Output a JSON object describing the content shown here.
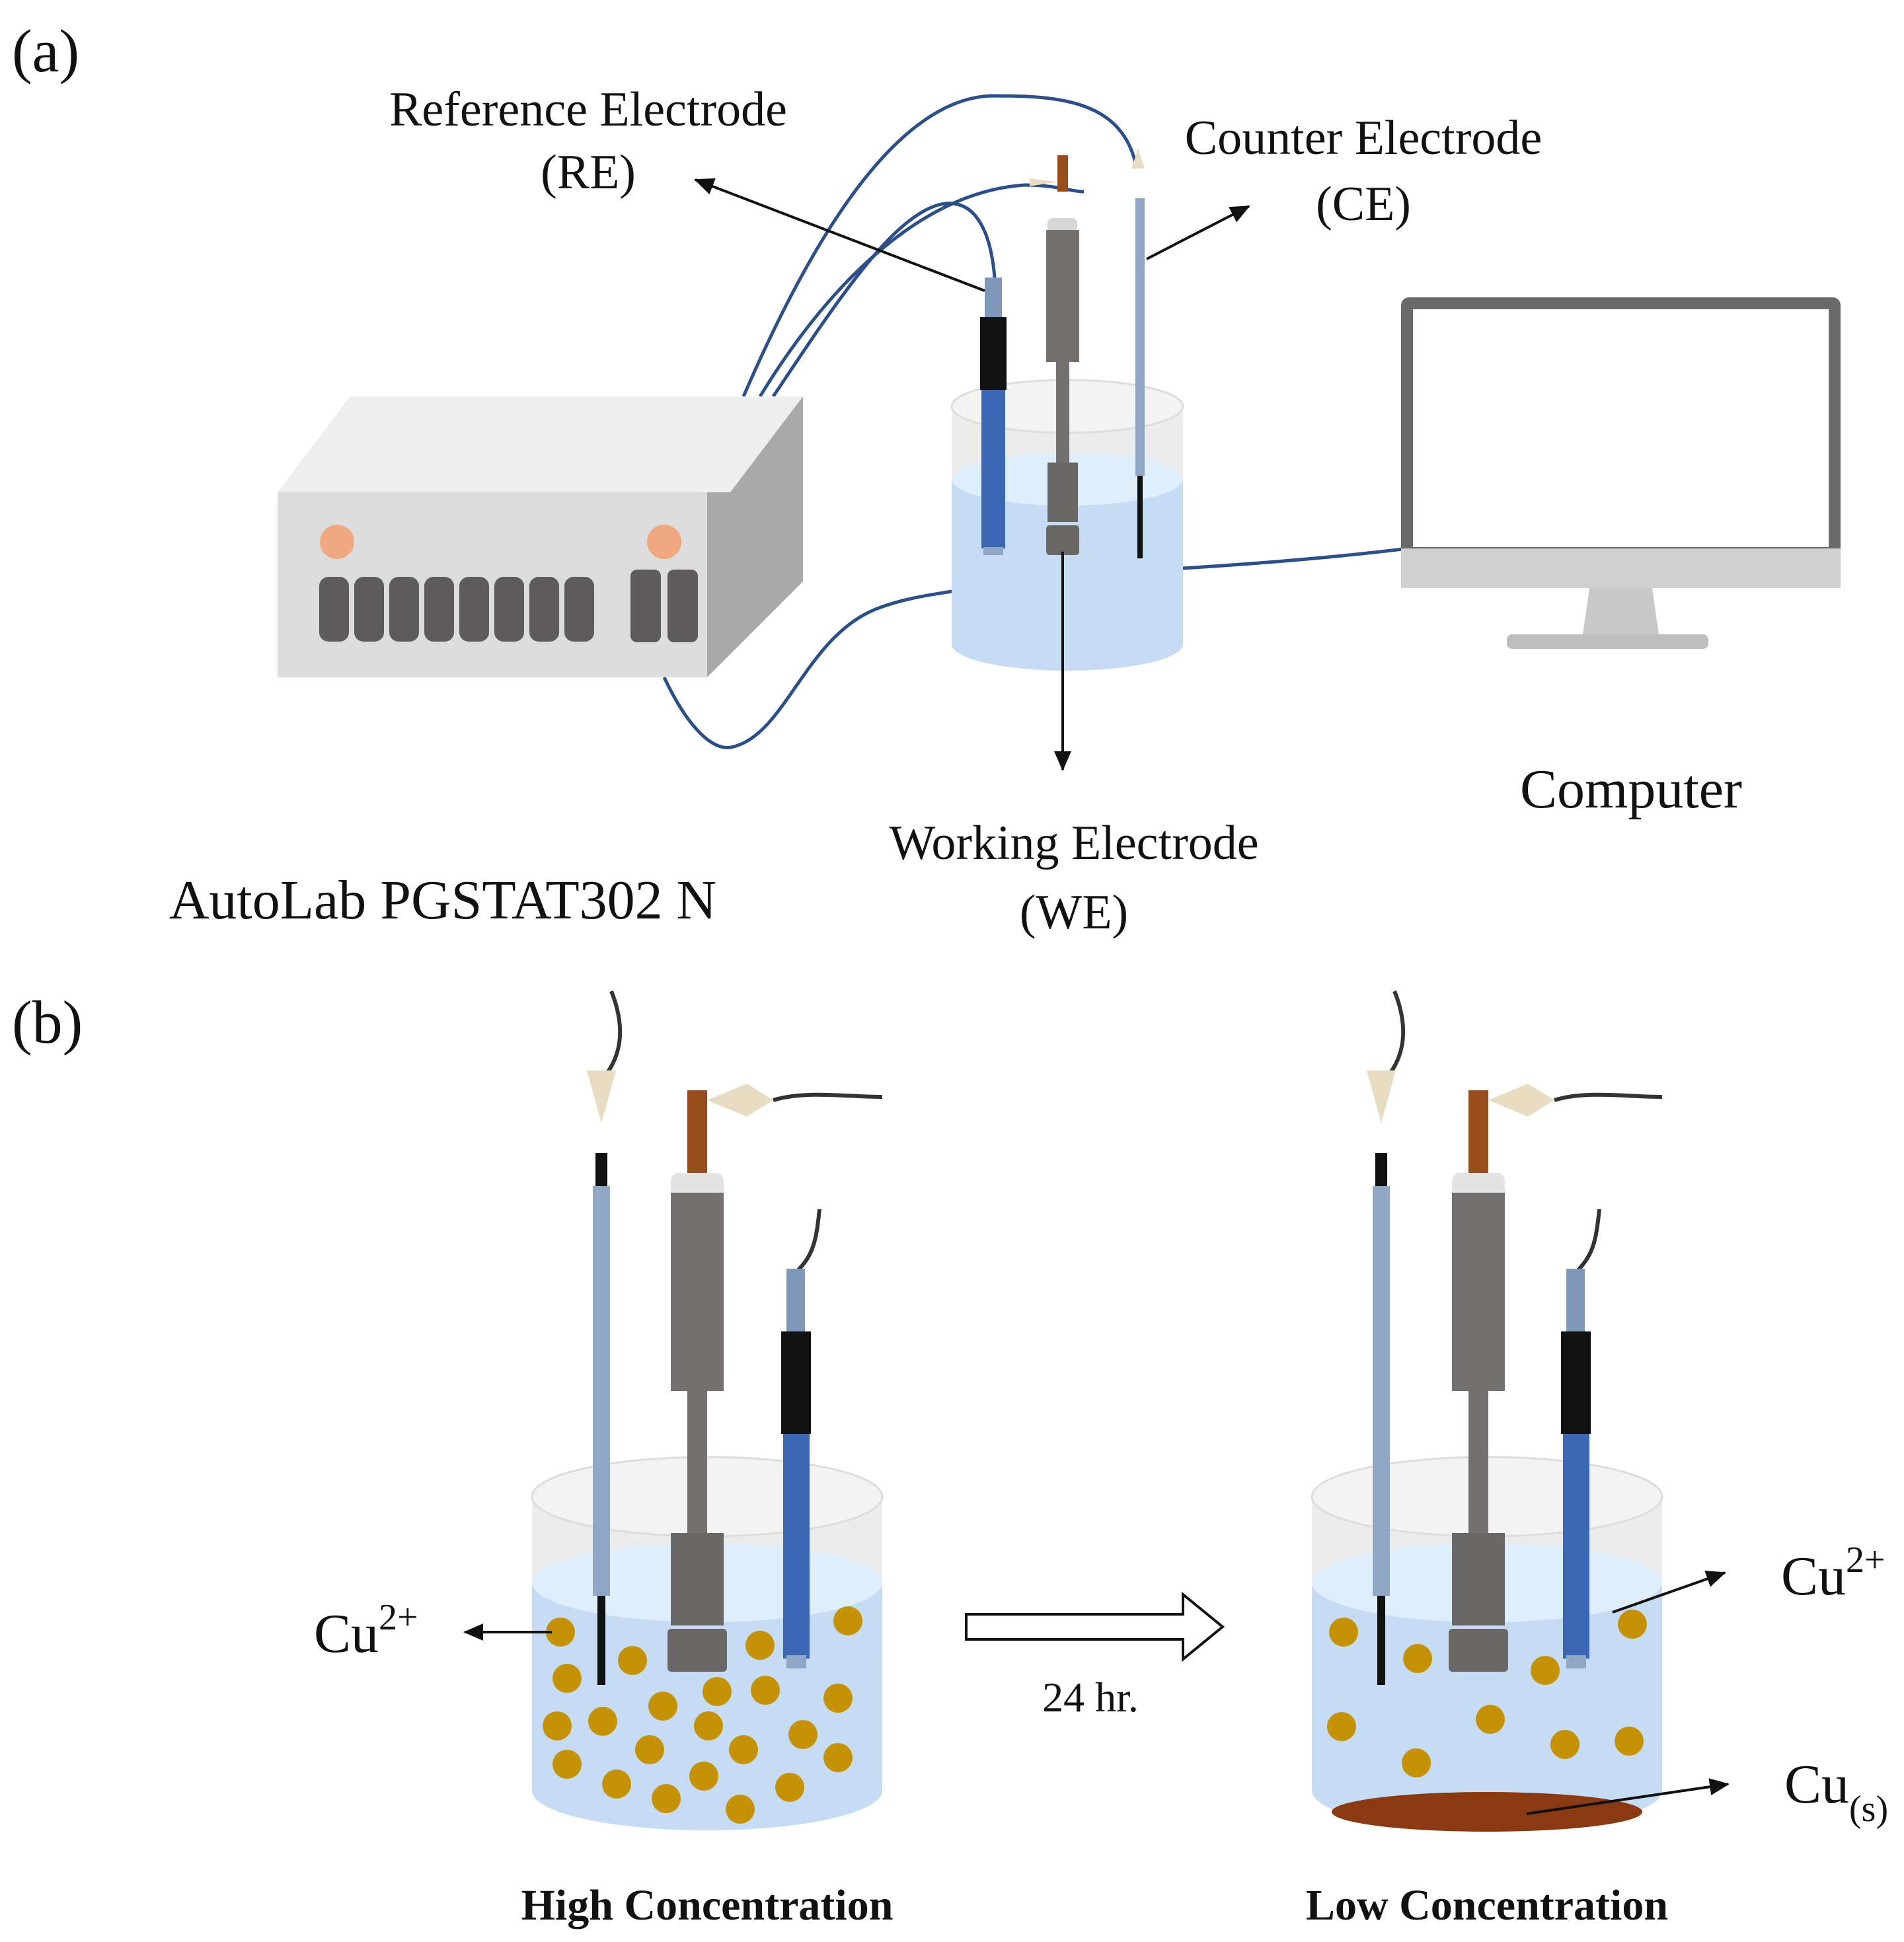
{
  "panel_a": {
    "label": "(a)",
    "reference_electrode": {
      "line1": "Reference Electrode",
      "line2": "(RE)"
    },
    "counter_electrode": {
      "line1": "Counter Electrode",
      "line2": "(CE)"
    },
    "working_electrode": {
      "line1": "Working Electrode",
      "line2": "(WE)"
    },
    "computer": "Computer",
    "potentiostat": "AutoLab PGSTAT302 N"
  },
  "panel_b": {
    "label": "(b)",
    "ion_left": {
      "base": "Cu",
      "sup": "2+"
    },
    "ion_right": {
      "base": "Cu",
      "sup": "2+"
    },
    "deposit": {
      "base": "Cu",
      "sub": "(s)"
    },
    "time": "24 hr.",
    "high_label": "High Concentration",
    "low_label": "Low Concentration"
  },
  "colors": {
    "solution": "#c6dcf5",
    "glass": "#e8e8e8",
    "electrode_gray": "#747070",
    "reference_blue": "#3b67b5",
    "counter_blue": "#8fa6c4",
    "copper_ion": "#c59205",
    "copper_deposit": "#8a3a12",
    "wire_blue": "#2c4f8c",
    "potentiostat_led": "#f0a880"
  }
}
